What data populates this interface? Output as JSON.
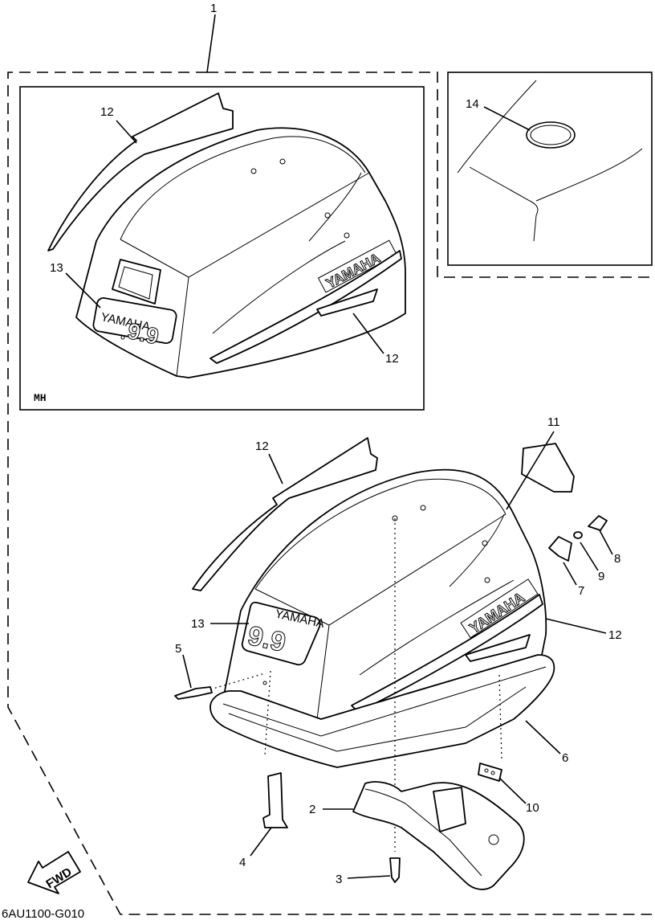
{
  "diagram": {
    "drawing_code": "6AU1100-G010",
    "variant_label": "MH",
    "fwd_label": "FWD",
    "brand_text": "YAMAHA",
    "model_text": "9.9",
    "callouts": {
      "c1": "1",
      "c2": "2",
      "c3": "3",
      "c4": "4",
      "c5": "5",
      "c6": "6",
      "c7": "7",
      "c8": "8",
      "c9": "9",
      "c10": "10",
      "c11": "11",
      "c12a": "12",
      "c12b": "12",
      "c12c": "12",
      "c12d": "12",
      "c13a": "13",
      "c13b": "13",
      "c14": "14"
    }
  }
}
